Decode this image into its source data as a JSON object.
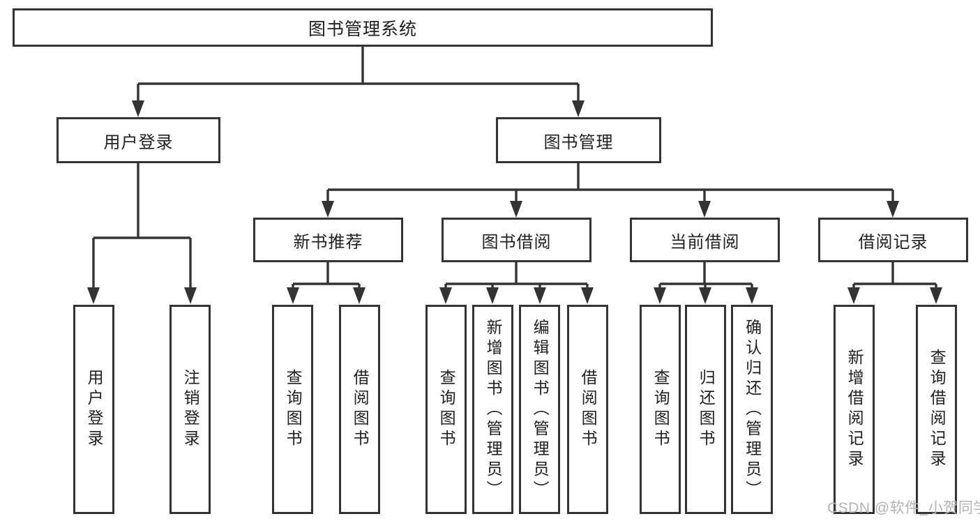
{
  "diagram_type": "functional-structure-tree",
  "tree": {
    "label": "图书管理系统",
    "children": [
      {
        "label": "用户登录",
        "children": [
          {
            "label": "用户登录"
          },
          {
            "label": "注销登录"
          }
        ]
      },
      {
        "label": "图书管理",
        "children": [
          {
            "label": "新书推荐",
            "children": [
              {
                "label": "查询图书"
              },
              {
                "label": "借阅图书"
              }
            ]
          },
          {
            "label": "图书借阅",
            "children": [
              {
                "label": "查询图书"
              },
              {
                "label": "新增图书（管理员）"
              },
              {
                "label": "编辑图书（管理员）"
              },
              {
                "label": "借阅图书"
              }
            ]
          },
          {
            "label": "当前借阅",
            "children": [
              {
                "label": "查询图书"
              },
              {
                "label": "归还图书"
              },
              {
                "label": "确认归还（管理员）"
              }
            ]
          },
          {
            "label": "借阅记录",
            "children": [
              {
                "label": "新增借阅记录"
              },
              {
                "label": "查询借阅记录"
              }
            ]
          }
        ]
      }
    ]
  },
  "watermark": "CSDN @软件_小贺同学",
  "colors": {
    "line": "#333333",
    "border": "#333333",
    "text": "#1f1f1f",
    "background": "#ffffff",
    "watermark_text": "#b3b3b3"
  }
}
